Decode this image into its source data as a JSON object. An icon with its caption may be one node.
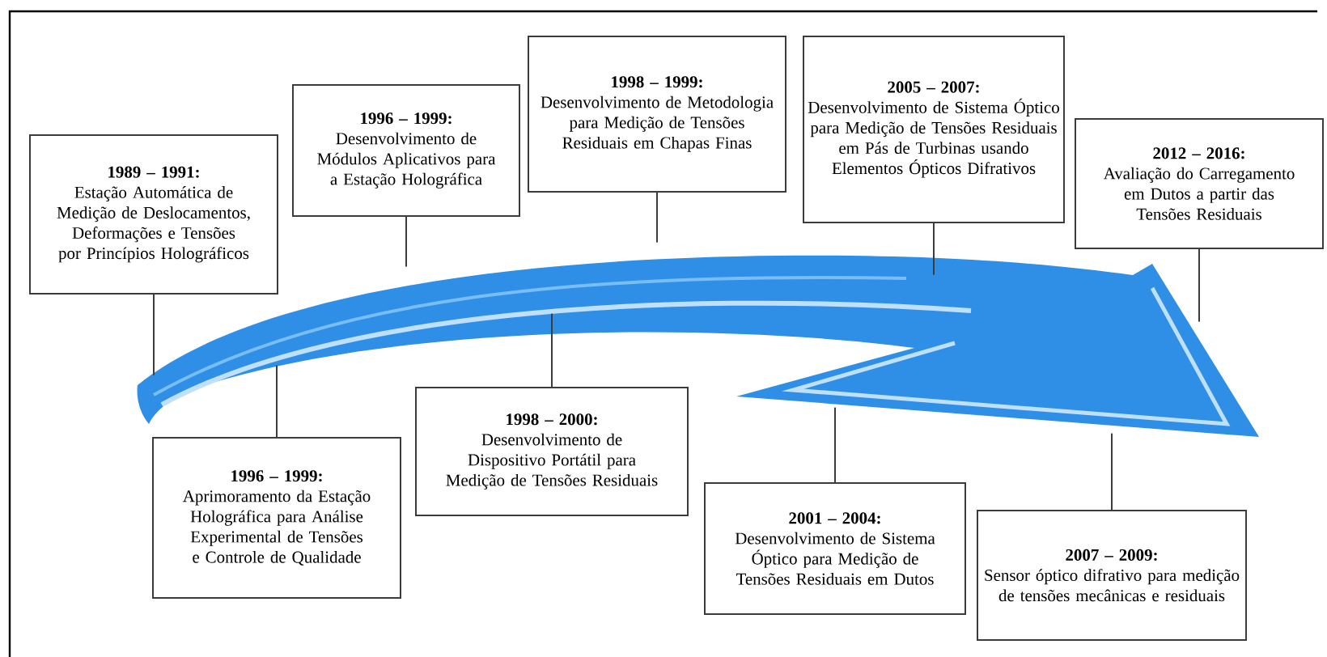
{
  "diagram": {
    "nodes": [
      {
        "text": [
          "1989 – 1991:",
          "Estação Automática de Medição de Deslocamentos, Deformações e Tensões por Princípios Holográficos"
        ]
      },
      {
        "text": [
          "1996 – 1999:",
          "Desenvolvimento de Módulos Aplicativos para a Estação Holográfica"
        ]
      },
      {
        "text": [
          "1998 – 1999:",
          "Desenvolvimento de Metodologia para Medição de Tensões Residuais em Chapas Finas"
        ]
      },
      {
        "text": [
          "2005 – 2007:",
          "Desenvolvimento de Sistema Óptico para Medição de Tensões Residuais em Pás de Turbinas usando Elementos Ópticos Difrativos"
        ]
      },
      {
        "text": [
          "2012 – 2016:",
          "Avaliação do Carregamento em Dutos a partir das Tensões Residuais"
        ]
      },
      {
        "text": [
          "1996 – 1999:",
          "Aprimoramento da Estação Holográfica para Análise Experimental de Tensões e Controle de Qualidade"
        ]
      },
      {
        "text": [
          "1998 – 2000:",
          "Desenvolvimento de Dispositivo Portátil para Medição de Tensões Residuais"
        ]
      },
      {
        "text": [
          "2001 – 2004:",
          "Desenvolvimento de Sistema Óptico para Medição de Tensões Residuais em Dutos"
        ]
      },
      {
        "text": [
          "2007 – 2009:",
          "Sensor óptico difrativo para medição de tensões mecânicas e residuais"
        ]
      },
      {
        "text": [],
        "shape": "arrow"
      }
    ],
    "edges": [
      {
        "from": 0,
        "to": 9,
        "arrow": "none"
      },
      {
        "from": 1,
        "to": 9,
        "arrow": "none"
      },
      {
        "from": 2,
        "to": 9,
        "arrow": "none"
      },
      {
        "from": 3,
        "to": 9,
        "arrow": "none"
      },
      {
        "from": 4,
        "to": 9,
        "arrow": "none"
      },
      {
        "from": 5,
        "to": 9,
        "arrow": "none"
      },
      {
        "from": 6,
        "to": 9,
        "arrow": "none"
      },
      {
        "from": 7,
        "to": 9,
        "arrow": "none"
      },
      {
        "from": 8,
        "to": 9,
        "arrow": "none"
      }
    ]
  }
}
